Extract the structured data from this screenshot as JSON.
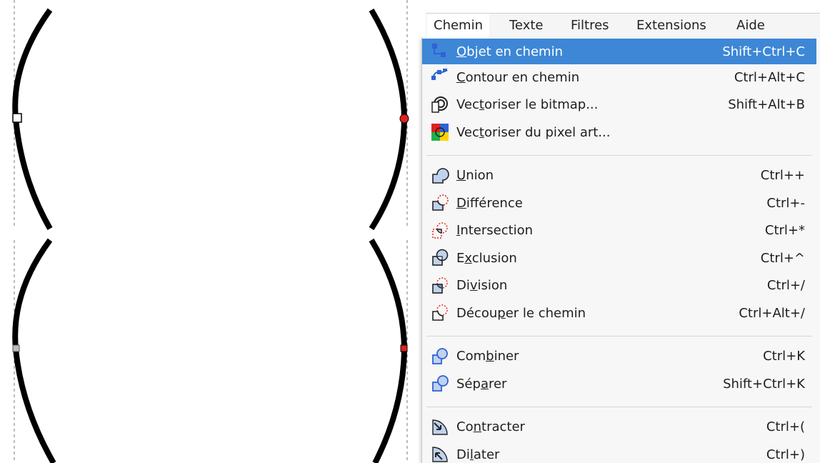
{
  "menubar": {
    "items": [
      {
        "label": "Chemin",
        "active": true
      },
      {
        "label": "Texte"
      },
      {
        "label": "Filtres"
      },
      {
        "label": "Extensions"
      },
      {
        "label": "Aide"
      }
    ]
  },
  "menu": {
    "groups": [
      [
        {
          "label": "Objet en chemin",
          "mnemonic": "O",
          "shortcut": "Shift+Ctrl+C",
          "icon": "object-to-path-icon",
          "highlighted": true
        },
        {
          "label": "Contour en chemin",
          "mnemonic": "C",
          "shortcut": "Ctrl+Alt+C",
          "icon": "stroke-to-path-icon"
        },
        {
          "label": "Vectoriser le bitmap...",
          "mnemonic": "t",
          "shortcut": "Shift+Alt+B",
          "icon": "trace-bitmap-icon"
        },
        {
          "label": "Vectoriser du pixel art...",
          "mnemonic": "t",
          "shortcut": "",
          "icon": "trace-pixel-art-icon"
        }
      ],
      [
        {
          "label": "Union",
          "mnemonic": "U",
          "shortcut": "Ctrl++",
          "icon": "union-icon"
        },
        {
          "label": "Différence",
          "mnemonic": "D",
          "shortcut": "Ctrl+-",
          "icon": "difference-icon"
        },
        {
          "label": "Intersection",
          "mnemonic": "I",
          "shortcut": "Ctrl+*",
          "icon": "intersection-icon"
        },
        {
          "label": "Exclusion",
          "mnemonic": "x",
          "shortcut": "Ctrl+^",
          "icon": "exclusion-icon"
        },
        {
          "label": "Division",
          "mnemonic": "v",
          "shortcut": "Ctrl+/",
          "icon": "division-icon"
        },
        {
          "label": "Découper le chemin",
          "mnemonic": "p",
          "shortcut": "Ctrl+Alt+/",
          "icon": "cut-path-icon"
        }
      ],
      [
        {
          "label": "Combiner",
          "mnemonic": "b",
          "shortcut": "Ctrl+K",
          "icon": "combine-icon"
        },
        {
          "label": "Séparer",
          "mnemonic": "a",
          "shortcut": "Shift+Ctrl+K",
          "icon": "break-apart-icon"
        }
      ],
      [
        {
          "label": "Contracter",
          "mnemonic": "n",
          "shortcut": "Ctrl+(",
          "icon": "inset-icon"
        },
        {
          "label": "Dilater",
          "mnemonic": "l",
          "shortcut": "Ctrl+)",
          "icon": "outset-icon"
        }
      ]
    ]
  },
  "colors": {
    "highlight": "#3d87d6",
    "menu_bg": "#f7f7f7",
    "node_selected": "#e02020",
    "icon_blue": "#2f62d6"
  }
}
